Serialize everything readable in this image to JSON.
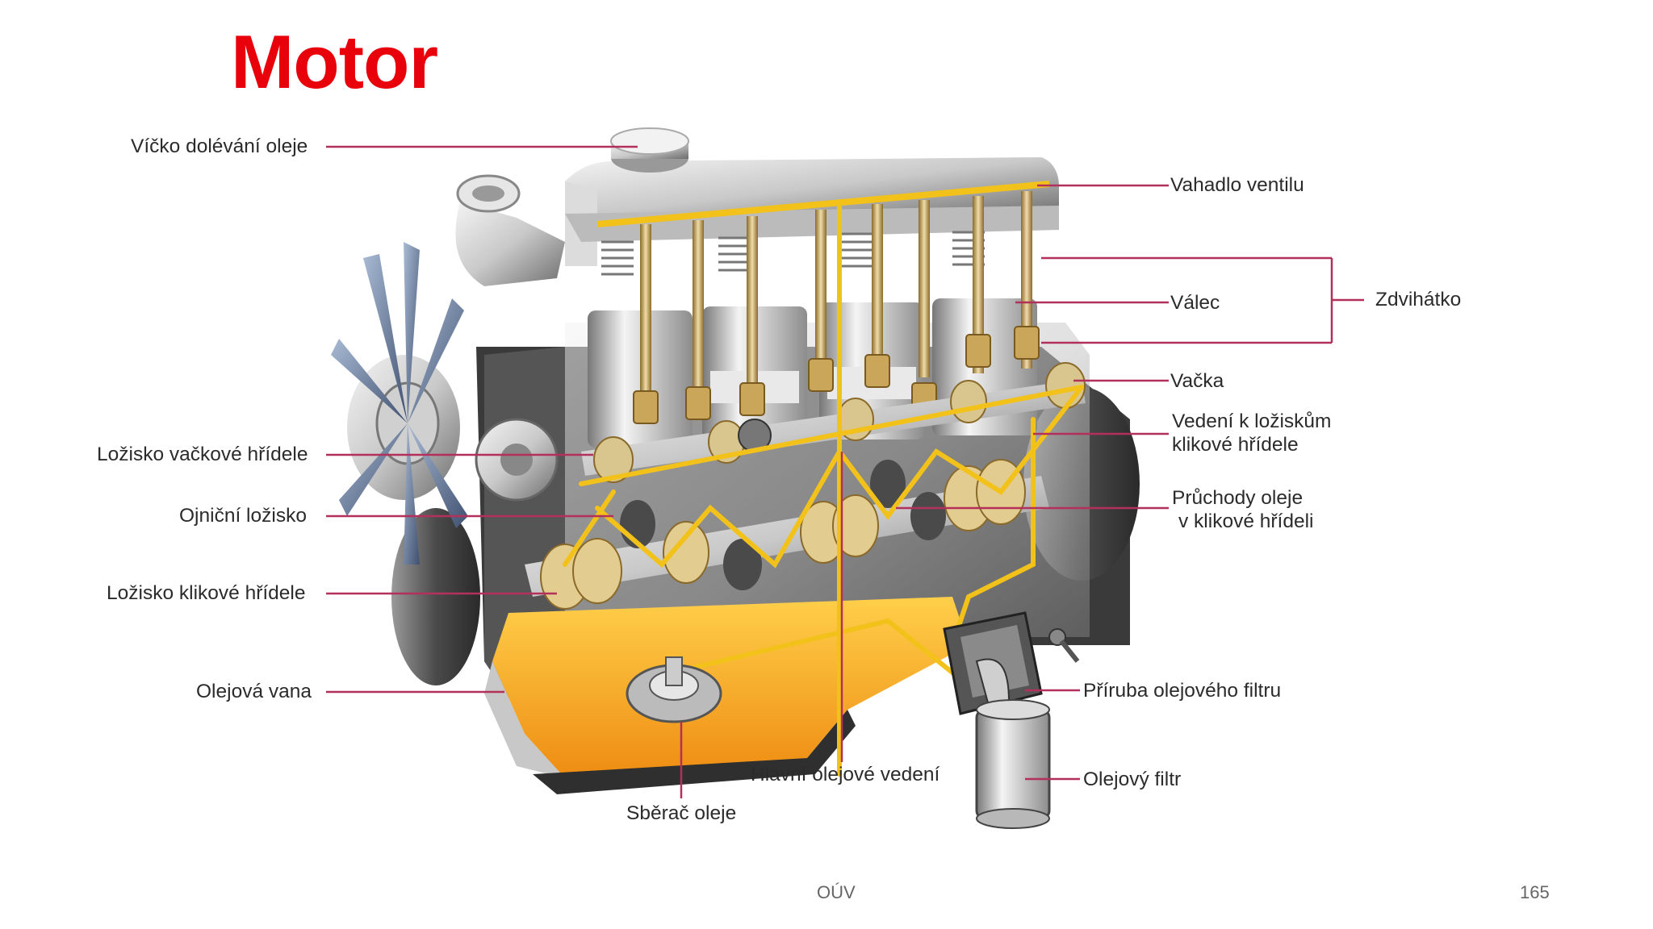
{
  "slide": {
    "title": "Motor",
    "footer_center": "OÚV",
    "page_number": "165"
  },
  "colors": {
    "title": "#e8000b",
    "leader_line": "#b3305a",
    "oil_path": "#f2c21b",
    "oil_sump": "#f29a1a"
  },
  "labels": {
    "oil_filler_cap": "Víčko dolévání oleje",
    "camshaft_bearing": "Ložisko vačkové hřídele",
    "conrod_bearing": "Ojniční ložisko",
    "crankshaft_bearing": "Ložisko klikové hřídele",
    "oil_pan": "Olejová vana",
    "oil_pickup": "Sběrač oleje",
    "main_oil_gallery": "Hlavní olejové vedení",
    "rocker_arm": "Vahadlo ventilu",
    "cylinder": "Válec",
    "tappet": "Zdvihátko",
    "cam": "Vačka",
    "crank_bearing_feed_line1": "Vedení k ložiskům",
    "crank_bearing_feed_line2": "klikové hřídele",
    "crank_oil_passages_line1": "Průchody oleje",
    "crank_oil_passages_line2": "v klikové hřídeli",
    "oil_filter_flange": "Příruba olejového filtru",
    "oil_filter": "Olejový filtr"
  }
}
